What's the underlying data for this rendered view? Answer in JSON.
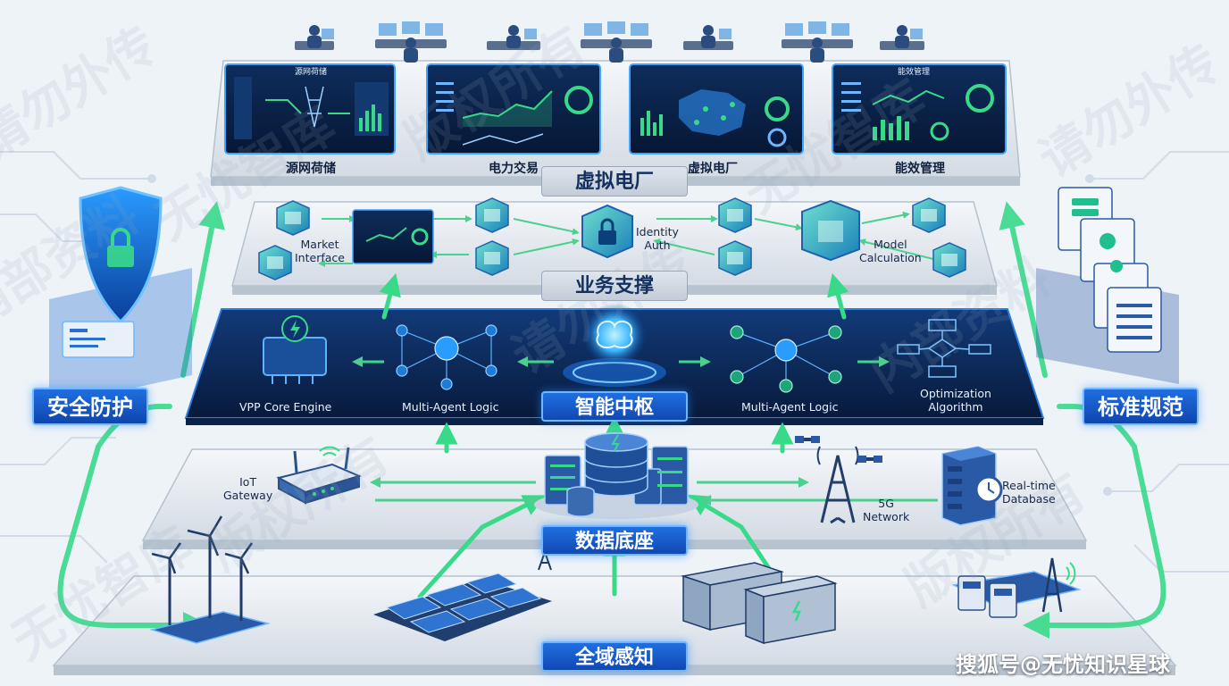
{
  "layers": {
    "vpp": "虚拟电厂",
    "business": "业务支撑",
    "hub": "智能中枢",
    "data": "数据底座",
    "perception": "全域感知"
  },
  "side": {
    "left": "安全防护",
    "right": "标准规范"
  },
  "top_tiles": [
    {
      "label": "源网荷储",
      "screen_title": "源网荷储"
    },
    {
      "label": "电力交易",
      "screen_title": ""
    },
    {
      "label": "虚拟电厂",
      "screen_title": ""
    },
    {
      "label": "能效管理",
      "screen_title": "能效管理"
    }
  ],
  "business_nodes": {
    "market_interface": "Market\nInterface",
    "identity_auth": "Identity\nAuth",
    "model_calculation": "Model\nCalculation"
  },
  "hub_nodes": {
    "vpp_core": "VPP Core Engine",
    "multi_agent_left": "Multi-Agent Logic",
    "multi_agent_right": "Multi-Agent Logic",
    "optimization": "Optimization\nAlgorithm"
  },
  "data_nodes": {
    "iot_gateway": "IoT\nGateway",
    "network_5g": "5G\nNetwork",
    "realtime_db": "Real-time\nDatabase"
  },
  "watermark": {
    "lines": [
      "内部资料",
      "请勿外传",
      "版权所有",
      "无忧智库",
      "内部资料",
      "请勿外传",
      "版权所有",
      "无忧智库"
    ]
  },
  "footer": "搜狐号@无忧知识星球",
  "colors": {
    "accent_blue": "#1f6fe0",
    "flow_green": "#39d98a",
    "panel_dark": "#0c2a5a",
    "tier_grey": "#dde3ea"
  }
}
